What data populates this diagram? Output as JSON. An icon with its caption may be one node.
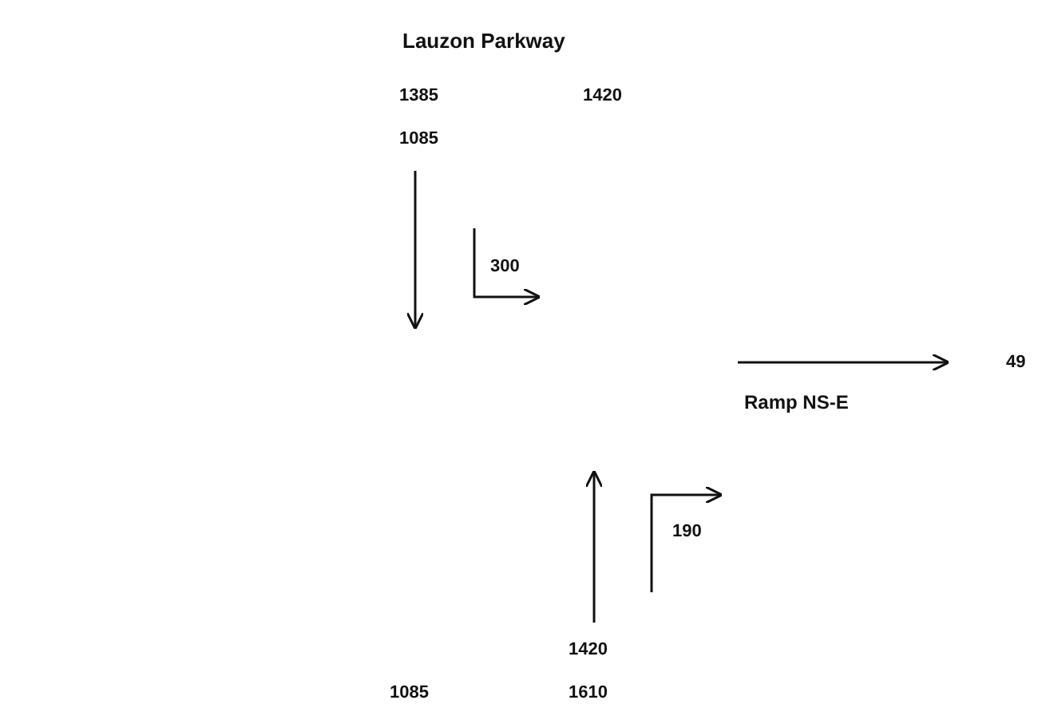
{
  "diagram": {
    "labels": [
      "Lauzon Parkway",
      "1385",
      "1420",
      "1085",
      "300",
      "49",
      "Ramp NS-E",
      "190",
      "1420",
      "1085",
      "1610"
    ]
  }
}
